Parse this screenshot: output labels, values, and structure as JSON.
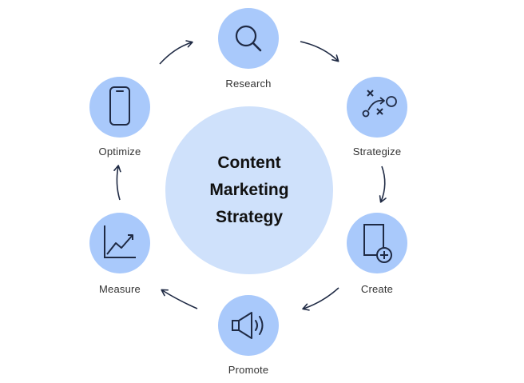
{
  "center": {
    "title": "Content Marketing Strategy"
  },
  "steps": [
    {
      "label": "Research",
      "icon": "magnifier-icon"
    },
    {
      "label": "Strategize",
      "icon": "strategy-plan-icon"
    },
    {
      "label": "Create",
      "icon": "document-add-icon"
    },
    {
      "label": "Promote",
      "icon": "megaphone-icon"
    },
    {
      "label": "Measure",
      "icon": "line-chart-icon"
    },
    {
      "label": "Optimize",
      "icon": "mobile-phone-icon"
    }
  ],
  "colors": {
    "node_fill": "#a9c9fb",
    "center_fill": "#cfe1fb",
    "stroke": "#1f2a44"
  }
}
